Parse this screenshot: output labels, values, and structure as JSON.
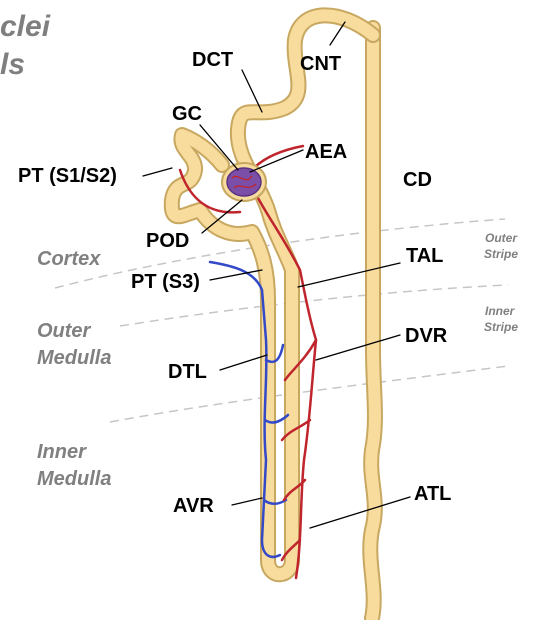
{
  "header": {
    "line1": "clei",
    "line2": "ls"
  },
  "colors": {
    "tubule_fill": "#f7dc9e",
    "tubule_edge": "#c8a860",
    "artery": "#c0242c",
    "vein": "#3349c8",
    "glomerulus": "#7b4fa8",
    "zone_line": "#c6c6c6",
    "label": "#000000",
    "zone_text": "#808080"
  },
  "labels": {
    "dct": "DCT",
    "cnt": "CNT",
    "gc": "GC",
    "aea": "AEA",
    "pt_s1s2": "PT (S1/S2)",
    "cd": "CD",
    "pod": "POD",
    "tal": "TAL",
    "pt_s3": "PT (S3)",
    "dvr": "DVR",
    "dtl": "DTL",
    "avr": "AVR",
    "atl": "ATL"
  },
  "zones": {
    "cortex": "Cortex",
    "outer_medulla": [
      "Outer",
      "Medulla"
    ],
    "inner_medulla": [
      "Inner",
      "Medulla"
    ],
    "outer_stripe": [
      "Outer",
      "Stripe"
    ],
    "inner_stripe": [
      "Inner",
      "Stripe"
    ]
  }
}
